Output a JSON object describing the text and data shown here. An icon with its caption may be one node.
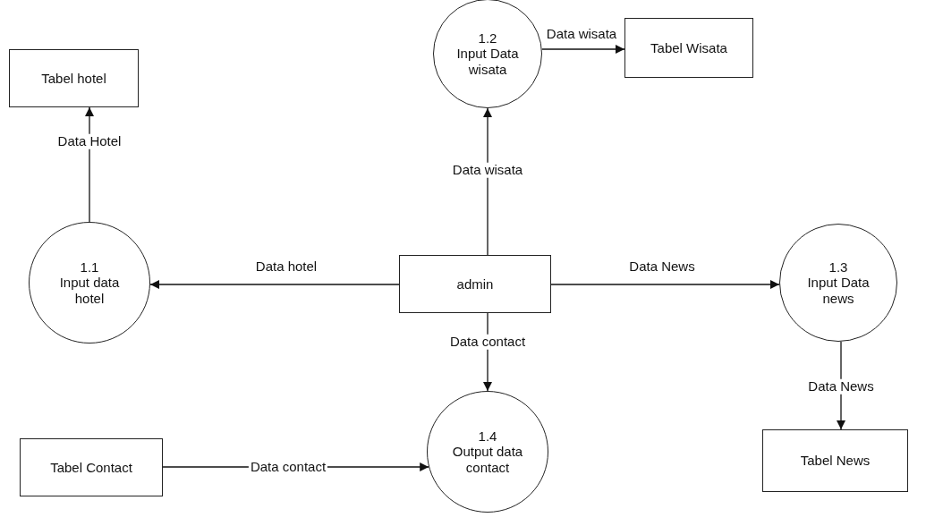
{
  "diagram": {
    "nodes": [
      {
        "text": [
          "Tabel hotel"
        ]
      },
      {
        "text": [
          "1.1",
          "Input data hotel"
        ]
      },
      {
        "text": [
          "1.2",
          "Input Data wisata"
        ]
      },
      {
        "text": [
          "Tabel Wisata"
        ]
      },
      {
        "text": [
          "admin"
        ]
      },
      {
        "text": [
          "1.3",
          "Input Data news"
        ]
      },
      {
        "text": [
          "Tabel News"
        ]
      },
      {
        "text": [
          "1.4",
          "Output data contact"
        ]
      },
      {
        "text": [
          "Tabel Contact"
        ]
      }
    ],
    "edges": [
      {
        "from": 1,
        "to": 0,
        "arrow": "to",
        "label": "Data Hotel"
      },
      {
        "from": 4,
        "to": 2,
        "arrow": "to",
        "label": "Data wisata"
      },
      {
        "from": 2,
        "to": 3,
        "arrow": "to",
        "label": "Data wisata"
      },
      {
        "from": 4,
        "to": 1,
        "arrow": "to",
        "label": "Data hotel"
      },
      {
        "from": 4,
        "to": 5,
        "arrow": "to",
        "label": "Data News"
      },
      {
        "from": 5,
        "to": 6,
        "arrow": "to",
        "label": "Data News"
      },
      {
        "from": 4,
        "to": 7,
        "arrow": "to",
        "label": "Data contact"
      },
      {
        "from": 8,
        "to": 7,
        "arrow": "to",
        "label": "Data contact"
      }
    ]
  }
}
